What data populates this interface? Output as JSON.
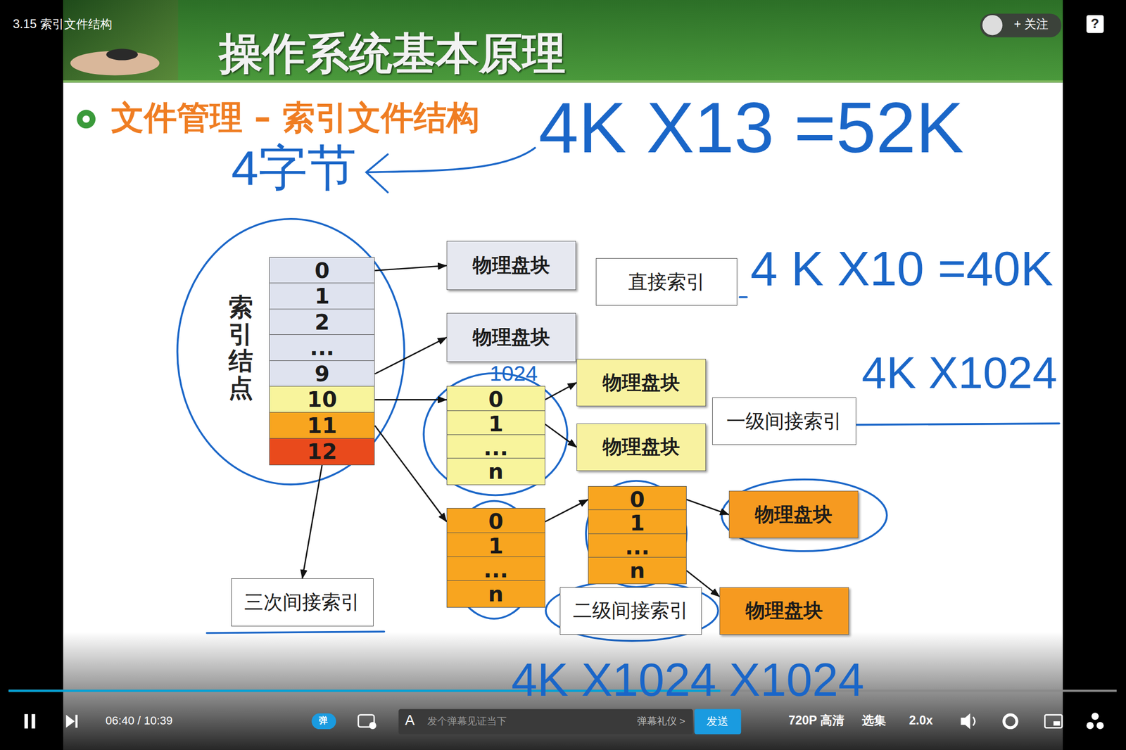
{
  "diagram": {
    "title": "文件管理 – 索引文件结构",
    "nodes": [
      {
        "text": [
          "索引结点"
        ]
      },
      {
        "text": [
          "0"
        ],
        "in": 0
      },
      {
        "text": [
          "1"
        ],
        "in": 0
      },
      {
        "text": [
          "2"
        ],
        "in": 0
      },
      {
        "text": [
          "..."
        ],
        "in": 0
      },
      {
        "text": [
          "9"
        ],
        "in": 0
      },
      {
        "text": [
          "10"
        ],
        "in": 0
      },
      {
        "text": [
          "11"
        ],
        "in": 0
      },
      {
        "text": [
          "12"
        ],
        "in": 0
      },
      {
        "text": [
          "物理盘块"
        ]
      },
      {
        "text": [
          "直接索引"
        ]
      },
      {
        "text": [
          "物理盘块"
        ]
      },
      {
        "text": [
          "0"
        ]
      },
      {
        "text": [
          "1"
        ]
      },
      {
        "text": [
          "..."
        ]
      },
      {
        "text": [
          "n"
        ]
      },
      {
        "text": [
          "物理盘块"
        ]
      },
      {
        "text": [
          "一级间接索引"
        ]
      },
      {
        "text": [
          "物理盘块"
        ]
      },
      {
        "text": [
          "0"
        ]
      },
      {
        "text": [
          "1"
        ]
      },
      {
        "text": [
          "..."
        ]
      },
      {
        "text": [
          "n"
        ]
      },
      {
        "text": [
          "物理盘块"
        ]
      },
      {
        "text": [
          "0"
        ]
      },
      {
        "text": [
          "1"
        ]
      },
      {
        "text": [
          "..."
        ]
      },
      {
        "text": [
          "n"
        ]
      },
      {
        "text": [
          "三次间接索引"
        ]
      },
      {
        "text": [
          "二级间接索引"
        ]
      },
      {
        "text": [
          "物理盘块"
        ]
      }
    ],
    "edges": [
      {
        "from": 1,
        "to": 9,
        "arrow": "to"
      },
      {
        "from": 5,
        "to": 11,
        "arrow": "to"
      },
      {
        "from": 6,
        "to": 12,
        "arrow": "to"
      },
      {
        "from": 7,
        "to": 24,
        "arrow": "to"
      },
      {
        "from": 8,
        "to": 28,
        "arrow": "to"
      },
      {
        "from": 12,
        "to": 16,
        "arrow": "to"
      },
      {
        "from": 13,
        "to": 18,
        "arrow": "to"
      },
      {
        "from": 24,
        "to": 19,
        "arrow": "to"
      },
      {
        "from": 19,
        "to": 23,
        "arrow": "to"
      },
      {
        "from": 22,
        "to": 30,
        "arrow": "to"
      }
    ],
    "labels": [
      "3.15 索引文件结构",
      "+ 关注",
      "?",
      "操作系统基本原理",
      "4K X13 =52K",
      "4字节",
      "1024",
      "4 K X10 =40K",
      "4K X1024",
      "4K X1024 X1024",
      "06:40 / 10:39",
      "弹",
      "A",
      "发个弹幕见证当下",
      "弹幕礼仪 >",
      "发送",
      "720P 高清",
      "选集",
      "2.0x"
    ]
  }
}
